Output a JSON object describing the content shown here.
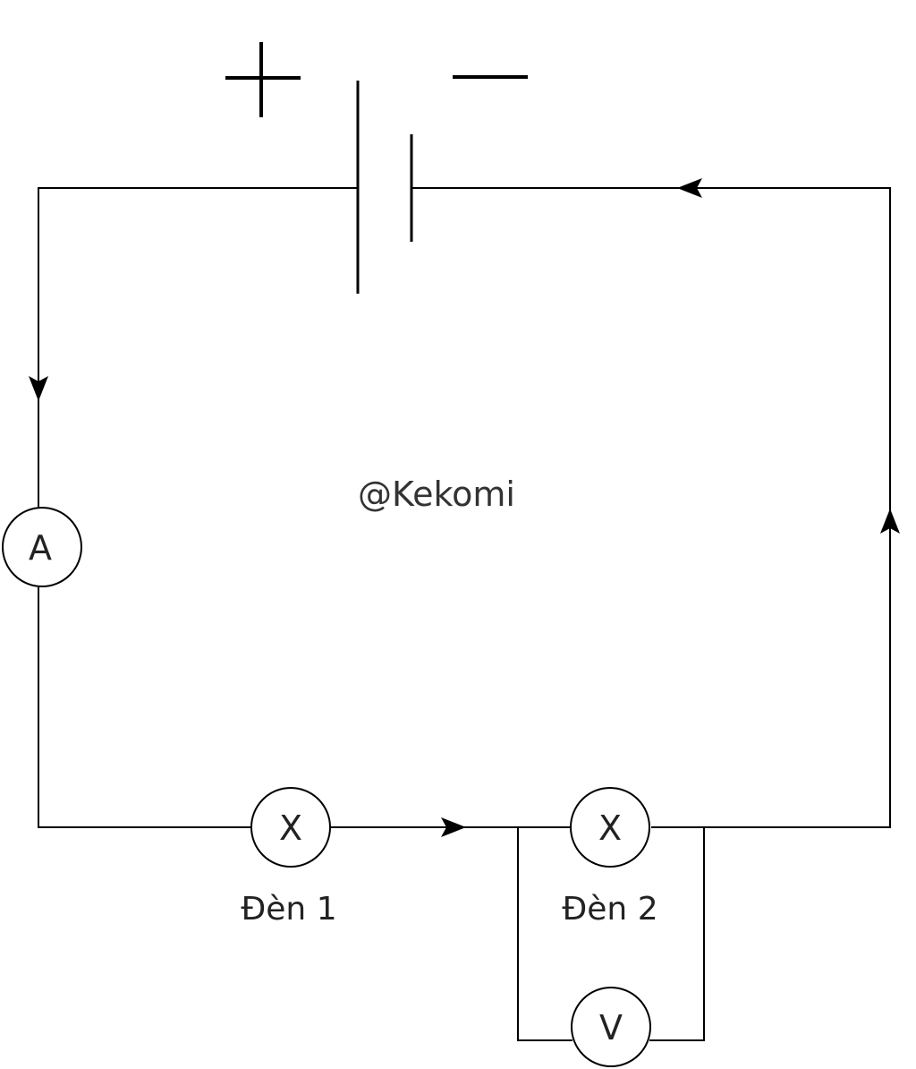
{
  "battery": {
    "positive_sign": "+",
    "negative_sign": "—"
  },
  "ammeter": {
    "symbol": "A"
  },
  "voltmeter": {
    "symbol": "V"
  },
  "lamp_1": {
    "symbol": "X",
    "label": "Đèn 1"
  },
  "lamp_2": {
    "symbol": "X",
    "label": "Đèn 2"
  },
  "watermark": "@Kekomi",
  "colors": {
    "line": "#000000",
    "text": "#222222",
    "background": "#ffffff"
  }
}
